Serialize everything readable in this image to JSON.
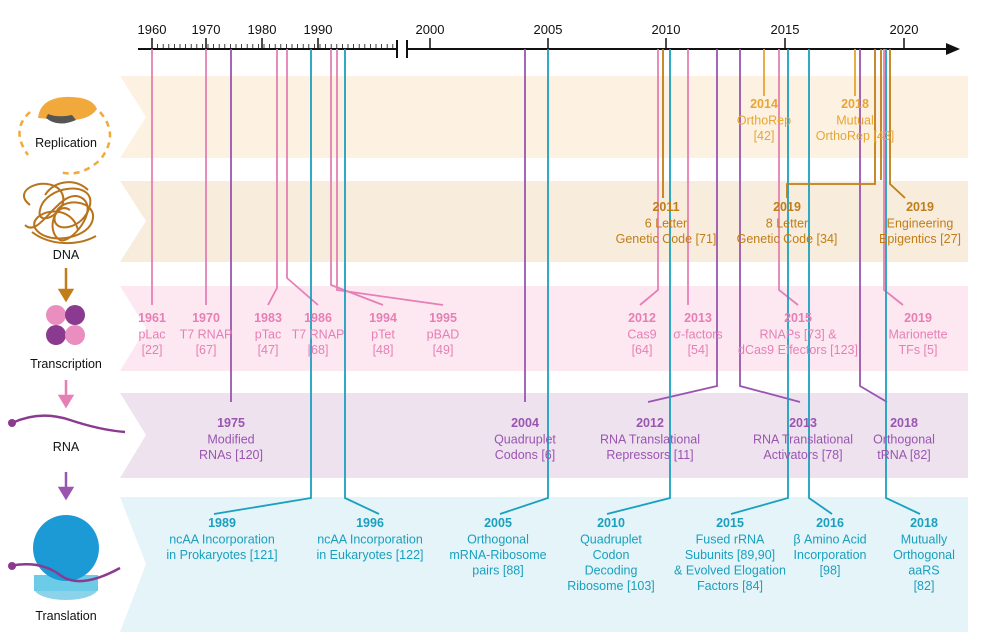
{
  "colors": {
    "replication": "#e8a530",
    "dna": "#c07d18",
    "transcription": "#e67fb4",
    "rna": "#9a55b0",
    "translation": "#1aa0bf",
    "band_replication": "#fdf1e2",
    "band_dna": "#f8ecdd",
    "band_transcription": "#fde8f2",
    "band_rna": "#eee2ef",
    "band_translation": "#e4f4f8",
    "axis": "#111111"
  },
  "timeline": {
    "years": [
      "1960",
      "1970",
      "1980",
      "1990",
      "2000",
      "2005",
      "2010",
      "2015",
      "2020"
    ]
  },
  "rows": [
    {
      "key": "replication",
      "label": "Replication",
      "icon": "replication-icon"
    },
    {
      "key": "dna",
      "label": "DNA",
      "icon": "dna-icon"
    },
    {
      "key": "transcription",
      "label": "Transcription",
      "icon": "transcription-icon"
    },
    {
      "key": "rna",
      "label": "RNA",
      "icon": "rna-icon"
    },
    {
      "key": "translation",
      "label": "Translation",
      "icon": "ribosome-icon"
    }
  ],
  "events": {
    "replication": [
      {
        "year": "2014",
        "lines": [
          "OrthoRep",
          "[42]"
        ]
      },
      {
        "year": "2018",
        "lines": [
          "Mutual",
          "OrthoRep [43]"
        ]
      }
    ],
    "dna": [
      {
        "year": "2011",
        "lines": [
          "6 Letter",
          "Genetic Code [71]"
        ]
      },
      {
        "year": "2019",
        "lines": [
          "8 Letter",
          "Genetic Code [34]"
        ]
      },
      {
        "year": "2019",
        "lines": [
          "Engineering",
          "Epigentics [27]"
        ]
      }
    ],
    "transcription": [
      {
        "year": "1961",
        "lines": [
          "pLac",
          "[22]"
        ]
      },
      {
        "year": "1970",
        "lines": [
          "T7 RNAP",
          "[67]"
        ]
      },
      {
        "year": "1983",
        "lines": [
          "pTac",
          "[47]"
        ]
      },
      {
        "year": "1986",
        "lines": [
          "T7 RNAP",
          "[68]"
        ]
      },
      {
        "year": "1994",
        "lines": [
          "pTet",
          "[48]"
        ]
      },
      {
        "year": "1995",
        "lines": [
          "pBAD",
          "[49]"
        ]
      },
      {
        "year": "2012",
        "lines": [
          "Cas9",
          "[64]"
        ]
      },
      {
        "year": "2013",
        "lines": [
          "σ-factors",
          "[54]"
        ]
      },
      {
        "year": "2015",
        "lines": [
          "RNAPs [73] &",
          "dCas9 Effectors [123]"
        ]
      },
      {
        "year": "2019",
        "lines": [
          "Marionette",
          "TFs [5]"
        ]
      }
    ],
    "rna": [
      {
        "year": "1975",
        "lines": [
          "Modified",
          "RNAs [120]"
        ]
      },
      {
        "year": "2004",
        "lines": [
          "Quadruplet",
          "Codons [6]"
        ]
      },
      {
        "year": "2012",
        "lines": [
          "RNA Translational",
          "Repressors [11]"
        ]
      },
      {
        "year": "2013",
        "lines": [
          "RNA Translational",
          "Activators [78]"
        ]
      },
      {
        "year": "2018",
        "lines": [
          "Orthogonal",
          "tRNA [82]"
        ]
      }
    ],
    "translation": [
      {
        "year": "1989",
        "lines": [
          "ncAA Incorporation",
          "in Prokaryotes [121]"
        ]
      },
      {
        "year": "1996",
        "lines": [
          "ncAA Incorporation",
          "in Eukaryotes [122]"
        ]
      },
      {
        "year": "2005",
        "lines": [
          "Orthogonal",
          "mRNA-Ribosome",
          "pairs [88]"
        ]
      },
      {
        "year": "2010",
        "lines": [
          "Quadruplet",
          "Codon",
          "Decoding",
          "Ribosome [103]"
        ]
      },
      {
        "year": "2015",
        "lines": [
          "Fused rRNA",
          "Subunits [89,90]",
          "& Evolved Elogation",
          "Factors [84]"
        ]
      },
      {
        "year": "2016",
        "lines": [
          "β Amino Acid",
          "Incorporation",
          "[98]"
        ]
      },
      {
        "year": "2018",
        "lines": [
          "Mutually",
          "Orthogonal",
          "aaRS",
          "[82]"
        ]
      }
    ]
  }
}
